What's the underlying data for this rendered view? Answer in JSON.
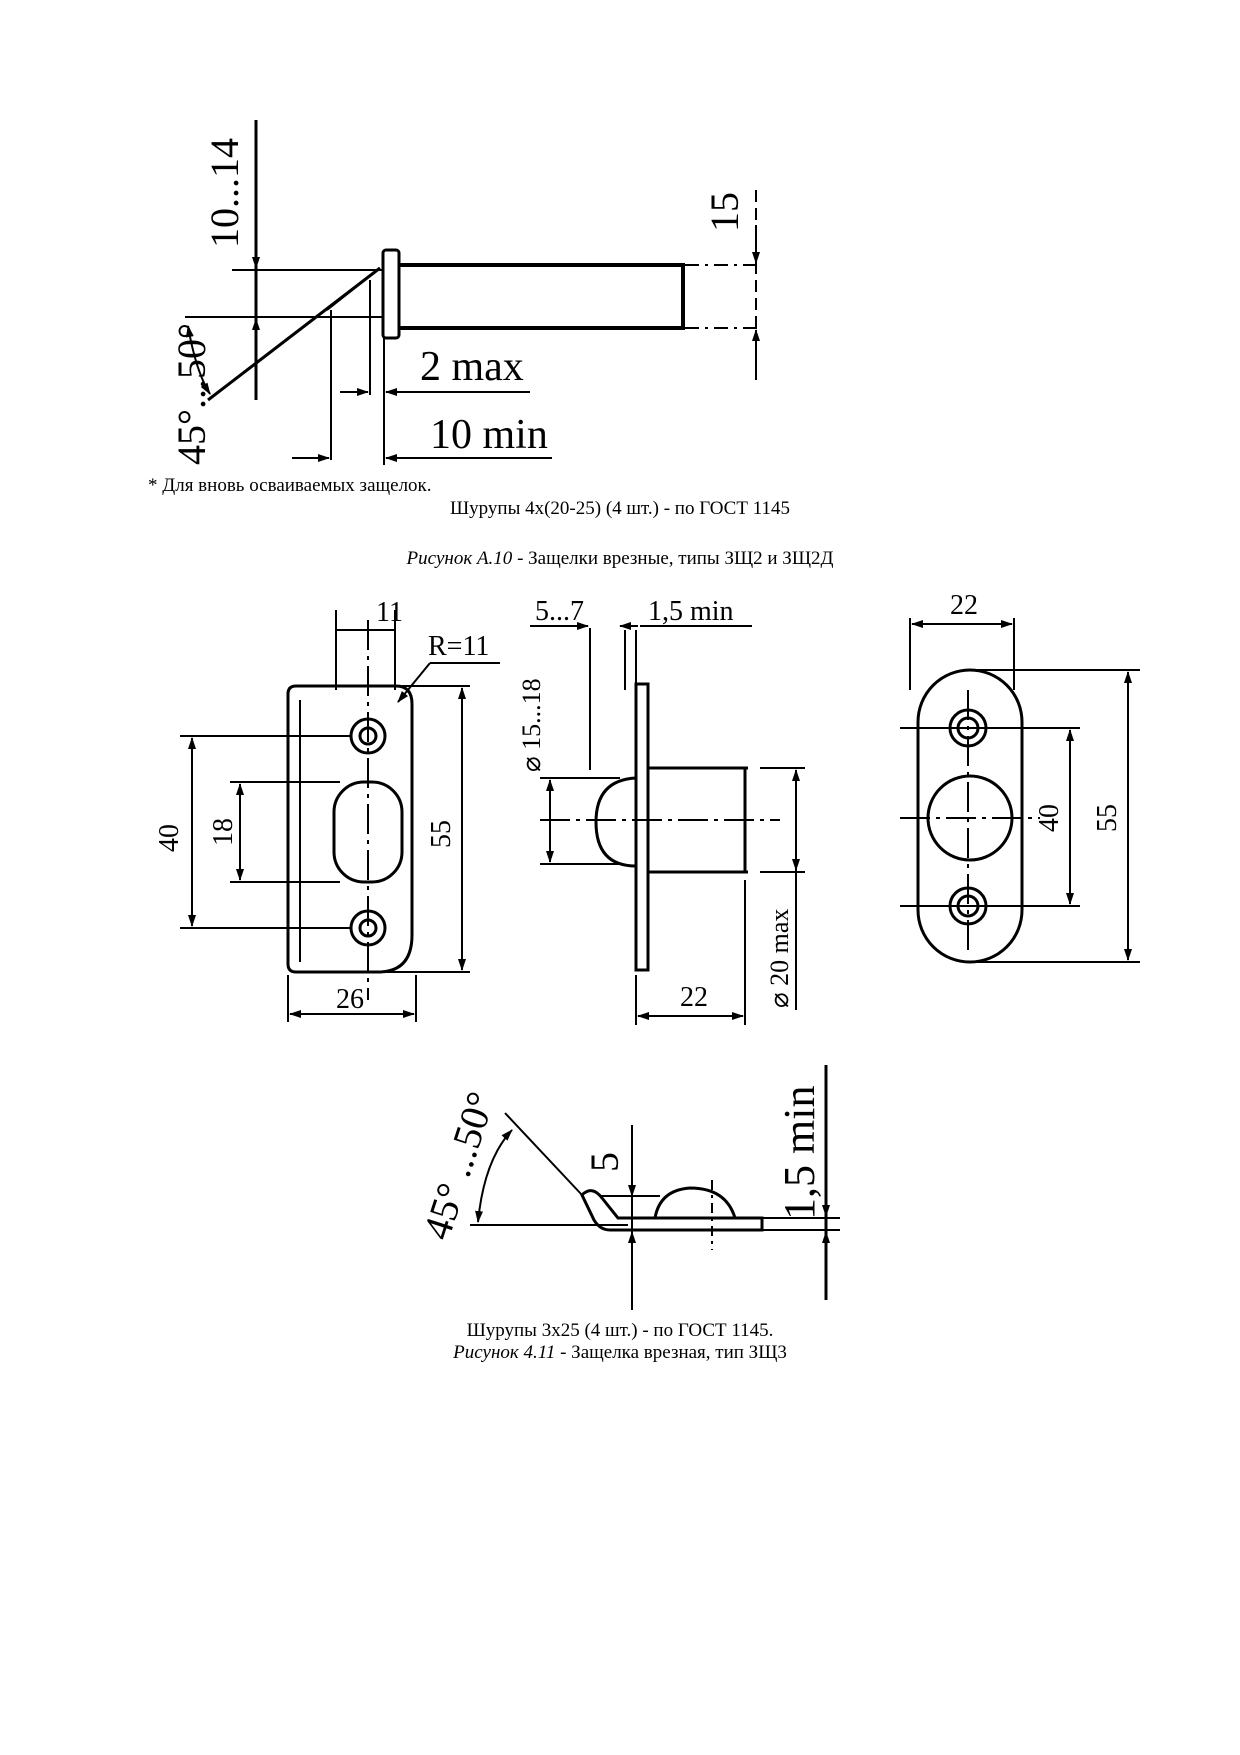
{
  "figure_a10": {
    "dims": {
      "d1": "10...14",
      "d2": "15",
      "d3": "2 max",
      "d4": "10 min",
      "d5": "45°...50°"
    },
    "note": "* Для вновь осваиваемых защелок.",
    "screws": "Шурупы 4х(20-25) (4 шт.) - по ГОСТ 1145",
    "caption_prefix": "Рисунок А.10",
    "caption_text": " - Защелки врезные, типы ЗЩ2 и ЗЩ2Д"
  },
  "figure_411": {
    "left_view": {
      "d11": "11",
      "r11": "R=11",
      "d40": "40",
      "d18": "18",
      "d55": "55",
      "d26": "26"
    },
    "mid_view": {
      "d57": "5...7",
      "d15min": "1,5 min",
      "d1518": "⌀ 15...18",
      "d20": "⌀ 20 max",
      "d22": "22"
    },
    "right_view": {
      "d22": "22",
      "d40": "40",
      "d55": "55"
    },
    "bottom_view": {
      "angle": "45° ...50°",
      "d5": "5",
      "d15min": "1,5 min"
    },
    "screws": "Шурупы 3х25 (4 шт.) - по ГОСТ 1145.",
    "caption_prefix": "Рисунок 4.11",
    "caption_text": " - Защелка врезная, тип ЗЩ3"
  }
}
